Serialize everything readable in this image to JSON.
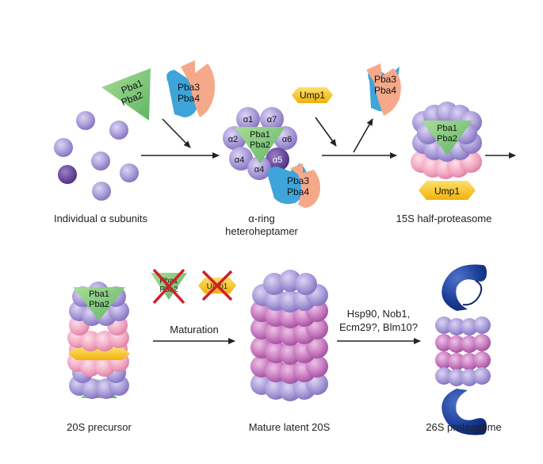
{
  "labels": {
    "individual": "Individual α subunits",
    "alpha_ring_1": "α-ring",
    "alpha_ring_2": "heteroheptamer",
    "half": "15S half-proteasome",
    "precursor": "20S precursor",
    "mature": "Mature latent 20S",
    "p26s": "26S proteasome",
    "maturation": "Maturation",
    "factors_1": "Hsp90, Nob1,",
    "factors_2": "Ecm29?, Blm10?"
  },
  "chaperones": {
    "pba1": "Pba1",
    "pba2": "Pba2",
    "pba3": "Pba3",
    "pba4": "Pba4",
    "ump1": "Ump1"
  },
  "ring_subunits": [
    "α1",
    "α7",
    "α2",
    "α6",
    "α4",
    "α4",
    "α5"
  ],
  "colors": {
    "alpha": "#a79ad6",
    "alpha_dark": "#6a4c9c",
    "beta_pink": "#f2a8c2",
    "beta_mature": "#c77ac0",
    "pba12_green": "#7dc97a",
    "pba34_blue": "#3fa4d9",
    "pba34_peach": "#f5a98a",
    "ump1_yellow": "#f7c21d",
    "rp_blue": "#1c3f9a",
    "cross_red": "#d21f26",
    "arrow": "#222222"
  }
}
